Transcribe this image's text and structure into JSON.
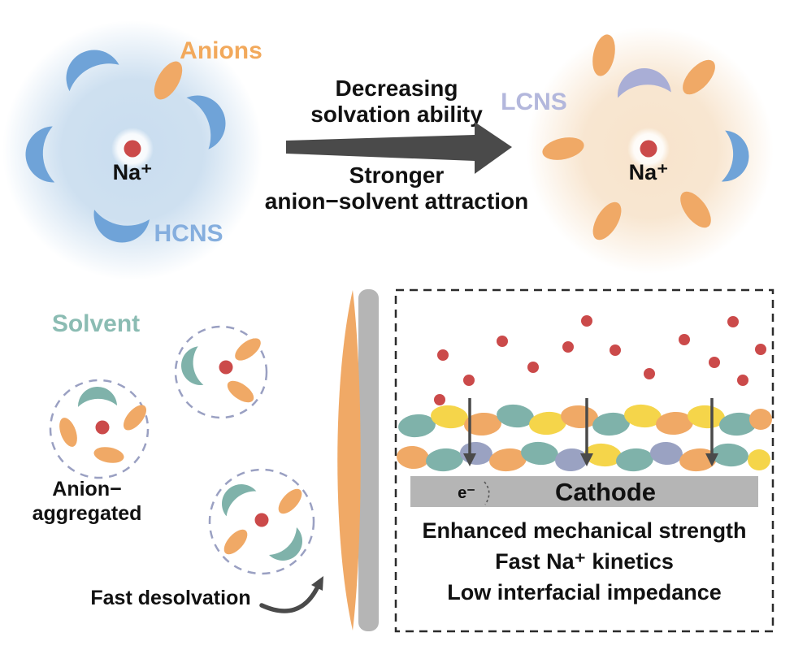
{
  "figure": {
    "type": "graphical-abstract",
    "topic": "Electrolyte solvation structure and cathode interface"
  },
  "hcns_cluster": {
    "anions_label": "Anions",
    "cation_label": "Na⁺",
    "name_label": "HCNS"
  },
  "lcns_cluster": {
    "name_label": "LCNS",
    "cation_label": "Na⁺"
  },
  "transition_arrow": {
    "above_line1": "Decreasing",
    "above_line2": "solvation ability",
    "below_line1": "Stronger",
    "below_line2": "anion−solvent attraction"
  },
  "solvation_panel": {
    "solvent_label": "Solvent",
    "aggregate_line1": "Anion−",
    "aggregate_line2": "aggregated",
    "desolvation_label": "Fast desolvation"
  },
  "cathode_panel": {
    "electron_label": "e⁻",
    "cathode_label": "Cathode",
    "benefits": [
      "Enhanced mechanical strength",
      "Fast Na⁺ kinetics",
      "Low interfacial impedance"
    ]
  },
  "colors": {
    "solvent-blue": "#6fa3d8",
    "solvent-teal": "#7fb2aa",
    "anion-orange": "#f0a966",
    "crescent-purple": "#a9aed6",
    "na-red": "#cb4a4a",
    "arrow-gray": "#4a4a4a",
    "electrode-gray": "#b5b5b5",
    "blob-yellow": "#f5d54a",
    "blob-purple": "#9aa2c2",
    "dash-purple": "#9aa0c2",
    "label-anions": "#f2a95c",
    "label-hcns": "#85aede",
    "label-lcns": "#b3b7dc",
    "label-solvent": "#8bbcb3",
    "text-dark": "#111111"
  }
}
